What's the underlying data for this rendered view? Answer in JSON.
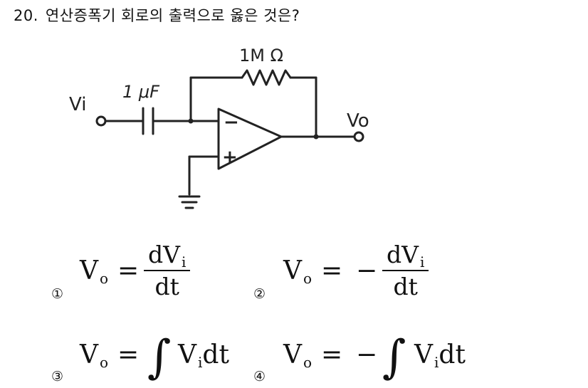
{
  "question": {
    "number": "20.",
    "text": "연산증폭기 회로의 출력으로 옳은 것은?"
  },
  "circuit": {
    "input_label": "Vi",
    "capacitor_label": "1 μF",
    "resistor_label": "1M Ω",
    "output_label": "Vo",
    "minus_sign": "−",
    "plus_sign": "+"
  },
  "options": [
    {
      "marker": "①",
      "lhs": "V",
      "lhs_sub": "o",
      "rel": "=",
      "sign": "",
      "num": "dV",
      "num_sub": "i",
      "den": "dt"
    },
    {
      "marker": "②",
      "lhs": "V",
      "lhs_sub": "o",
      "rel": "=",
      "sign": "−",
      "num": "dV",
      "num_sub": "i",
      "den": "dt"
    },
    {
      "marker": "③",
      "lhs": "V",
      "lhs_sub": "o",
      "rel": "=",
      "sign": "",
      "integral": "∫",
      "body": "V",
      "body_sub": "i",
      "tail": "dt"
    },
    {
      "marker": "④",
      "lhs": "V",
      "lhs_sub": "o",
      "rel": "=",
      "sign": "−",
      "integral": "∫",
      "body": "V",
      "body_sub": "i",
      "tail": "dt"
    }
  ]
}
